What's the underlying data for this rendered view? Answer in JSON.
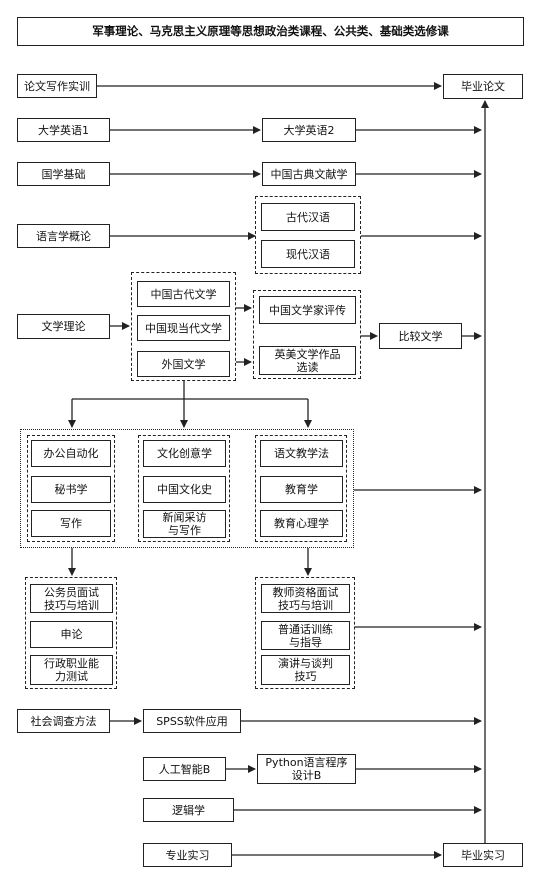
{
  "header": {
    "title": "军事理论、马克思主义原理等思想政治类课程、公共类、基础类选修课"
  },
  "courses": {
    "thesis_writing": "论文写作实训",
    "graduation_thesis": "毕业论文",
    "english1": "大学英语1",
    "english2": "大学英语2",
    "guoxue": "国学基础",
    "classics": "中国古典文献学",
    "linguistics": "语言学概论",
    "ancient_chinese": "古代汉语",
    "modern_chinese": "现代汉语",
    "literary_theory": "文学理论",
    "ancient_lit": "中国古代文学",
    "modern_lit": "中国现当代文学",
    "foreign_lit": "外国文学",
    "critics": "中国文学家评传",
    "anglo_lit": "英美文学作品选读",
    "comparative": "比较文学",
    "office": "办公自动化",
    "secretary": "秘书学",
    "writing": "写作",
    "creative": "文化创意学",
    "culture_history": "中国文化史",
    "news": "新闻采访与写作",
    "chinese_teaching": "语文教学法",
    "pedagogy": "教育学",
    "edu_psych": "教育心理学",
    "civil_interview": "公务员面试技巧与培训",
    "shenlun": "申论",
    "admin_test": "行政职业能力测试",
    "teacher_interview": "教师资格面试技巧与培训",
    "mandarin": "普通话训练与指导",
    "speech": "演讲与谈判技巧",
    "survey": "社会调查方法",
    "spss": "SPSS软件应用",
    "ai": "人工智能B",
    "python": "Python语言程序设计B",
    "logic": "逻辑学",
    "internship": "专业实习",
    "grad_internship": "毕业实习"
  }
}
